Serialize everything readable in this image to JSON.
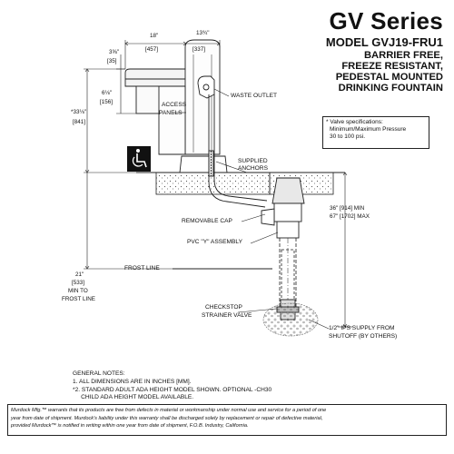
{
  "header": {
    "series_title": "GV Series",
    "model": "MODEL GVJ19-FRU1",
    "desc_lines": [
      "BARRIER FREE,",
      "FREEZE RESISTANT,",
      "PEDESTAL MOUNTED",
      "DRINKING FOUNTAIN"
    ]
  },
  "dimensions": {
    "top_18": "18\"",
    "top_18_mm": "[457]",
    "top_13": "13¾\"",
    "top_13_mm": "[337]",
    "d_3_5": "3⅝\"",
    "d_3_5_mm": "[35]",
    "d_6": "6⅛\"",
    "d_6_mm": "[156]",
    "d_33": "*33⅛\"",
    "d_33_mm": "[841]",
    "d_21": "21\"",
    "d_21_mm": "[533]",
    "d_21_note1": "MIN TO",
    "d_21_note2": "FROST LINE",
    "d_36": "36\" [914] MIN",
    "d_67": "67\" [1702] MAX"
  },
  "labels": {
    "waste_outlet": "WASTE OUTLET",
    "access_panels_1": "ACCESS",
    "access_panels_2": "PANELS",
    "supplied_1": "SUPPLIED",
    "supplied_2": "ANCHORS",
    "removable_cap": "REMOVABLE CAP",
    "pvc_y": "PVC \"Y\" ASSEMBLY",
    "frost_line": "FROST LINE",
    "checkstop_1": "CHECKSTOP",
    "checkstop_2": "STRAINER VALVE",
    "supply_1": "1/2\" IPS SUPPLY FROM",
    "supply_2": "SHUTOFF (BY OTHERS)"
  },
  "valve_spec": [
    "* Valve specifications:",
    "Minimum/Maximum Pressure",
    "30 to 100 psi."
  ],
  "notes": {
    "heading": "GENERAL NOTES:",
    "items": [
      "1. ALL DIMENSIONS ARE IN INCHES [MM].",
      "*2. STANDARD ADULT ADA HEIGHT MODEL SHOWN. OPTIONAL -CH30",
      "     CHILD ADA HEIGHT MODEL AVAILABLE."
    ]
  },
  "warranty": [
    "Murdock Mfg.™ warrants that its products are free from defects in material or workmanship under normal use and service for a period of one",
    "year from date of shipment. Murdock's liability under this warranty shall be discharged solely by replacement or repair of defective material,",
    "provided Murdock™ is notified in writing within one year from date of shipment, F.O.B. Industry, California."
  ],
  "icons": {
    "accessibility": "wheelchair-icon"
  }
}
